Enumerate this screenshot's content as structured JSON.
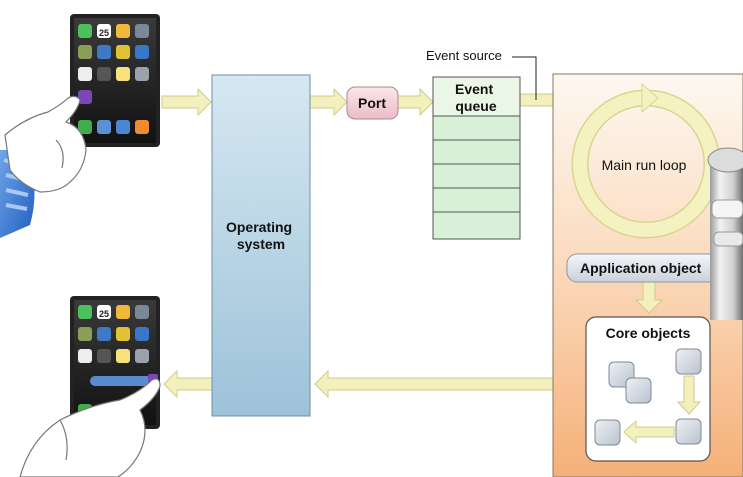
{
  "diagram": {
    "event_source_label": "Event source",
    "port_label": "Port",
    "event_queue_label": "Event queue",
    "operating_system_label": "Operating system",
    "main_run_loop_label": "Main run loop",
    "application_object_label": "Application object",
    "core_objects_label": "Core objects",
    "phone_calendar_day": "25"
  },
  "colors": {
    "arrow_fill": "#f3f0bd",
    "arrow_stroke": "#cfcb8a",
    "os_blue_top": "#cfe3ee",
    "os_blue_bottom": "#9fc3da",
    "queue_green": "#d8f0d8",
    "queue_header": "#eaf7e6",
    "app_gradient_top": "#fdf7ef",
    "app_gradient_bottom": "#f6b985",
    "port_pink": "#f5d4dc",
    "run_loop_yellow": "#f1efb3",
    "core_object_gray": "#d5dbe3"
  }
}
